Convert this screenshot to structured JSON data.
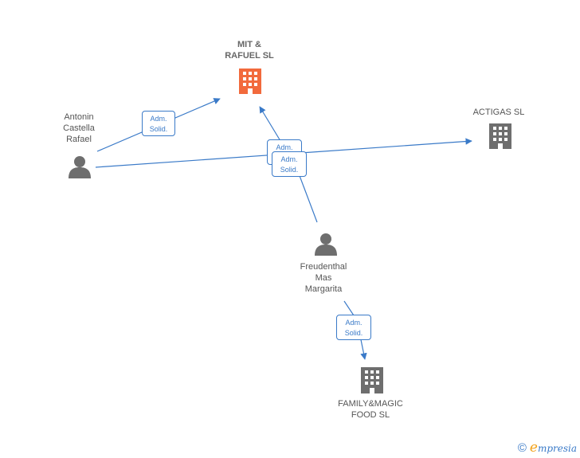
{
  "colors": {
    "edge": "#3a7ac8",
    "highlight_company": "#f26a3c",
    "company": "#6e6e6e",
    "person": "#6e6e6e"
  },
  "nodes": {
    "mit_rafuel": {
      "label": "MIT &\nRAFUEL  SL",
      "icon": "building-icon"
    },
    "actigas": {
      "label": "ACTIGAS SL",
      "icon": "building-icon"
    },
    "family_magic": {
      "label": "FAMILY&MAGIC\nFOOD  SL",
      "icon": "building-icon"
    },
    "antonin": {
      "label": "Antonin\nCastella\nRafael",
      "icon": "person-icon"
    },
    "freudenthal": {
      "label": "Freudenthal\nMas\nMargarita",
      "icon": "person-icon"
    }
  },
  "edges": [
    {
      "from": "antonin",
      "to": "mit_rafuel",
      "label": "Adm.\nSolid."
    },
    {
      "from": "antonin",
      "to": "actigas",
      "label": "Adm.\nSolid."
    },
    {
      "from": "freudenthal",
      "to": "mit_rafuel",
      "label": "Adm.\nSolid."
    },
    {
      "from": "freudenthal",
      "to": "family_magic",
      "label": "Adm.\nSolid."
    }
  ],
  "footer": {
    "copyright": "©",
    "brand_initial": "e",
    "brand_rest": "mpresia"
  }
}
